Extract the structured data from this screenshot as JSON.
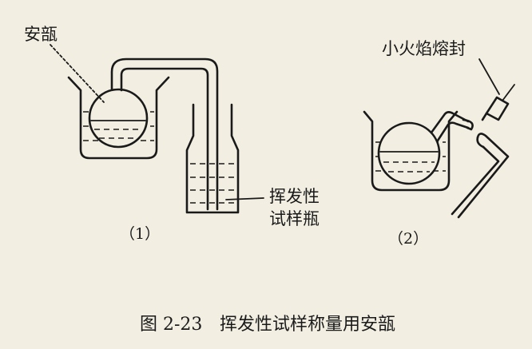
{
  "labels": {
    "ampoule": "安瓿",
    "volatile_bottle_line1": "挥发性",
    "volatile_bottle_line2": "试样瓶",
    "seal": "小火焰熔封",
    "panel1": "（1）",
    "panel2": "（2）"
  },
  "caption": {
    "number": "图  2-23",
    "text": "挥发性试样称量用安瓿"
  }
}
